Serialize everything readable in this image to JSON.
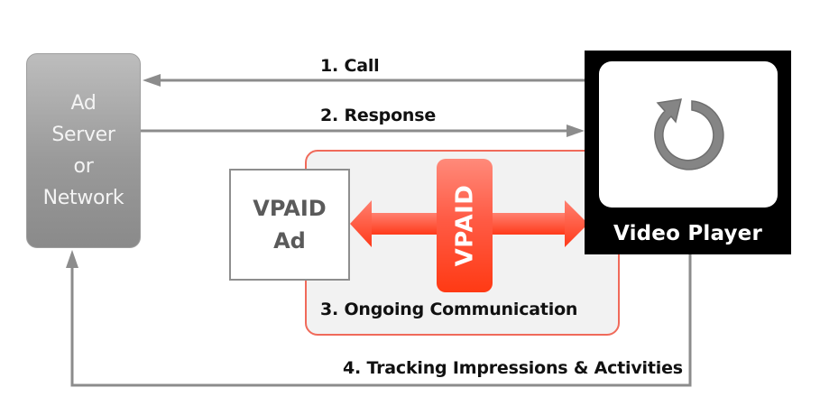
{
  "diagram": {
    "title": "VPAID ad communication flow",
    "nodes": {
      "ad_server": {
        "label": "Ad\nServer\nor\nNetwork"
      },
      "vpaid_ad": {
        "label": "VPAID\nAd"
      },
      "vpaid_interface": {
        "label": "VPAID"
      },
      "video_player": {
        "label": "Video Player",
        "icon": "refresh-icon"
      }
    },
    "steps": {
      "call": "1. Call",
      "response": "2. Response",
      "ongoing": "3. Ongoing Communication",
      "tracking": "4. Tracking Impressions & Activities"
    },
    "edges": [
      {
        "from": "video_player",
        "to": "ad_server",
        "label": "1. Call"
      },
      {
        "from": "ad_server",
        "to": "video_player",
        "label": "2. Response"
      },
      {
        "from": "vpaid_ad",
        "to": "video_player",
        "label": "3. Ongoing Communication",
        "bidirectional": true
      },
      {
        "from": "video_player",
        "to": "ad_server",
        "label": "4. Tracking Impressions & Activities"
      }
    ],
    "colors": {
      "line_gray": "#8c8c8c",
      "accent_red": "#ff4a2e",
      "container_border": "#f06a5a",
      "player_black": "#000000"
    }
  }
}
